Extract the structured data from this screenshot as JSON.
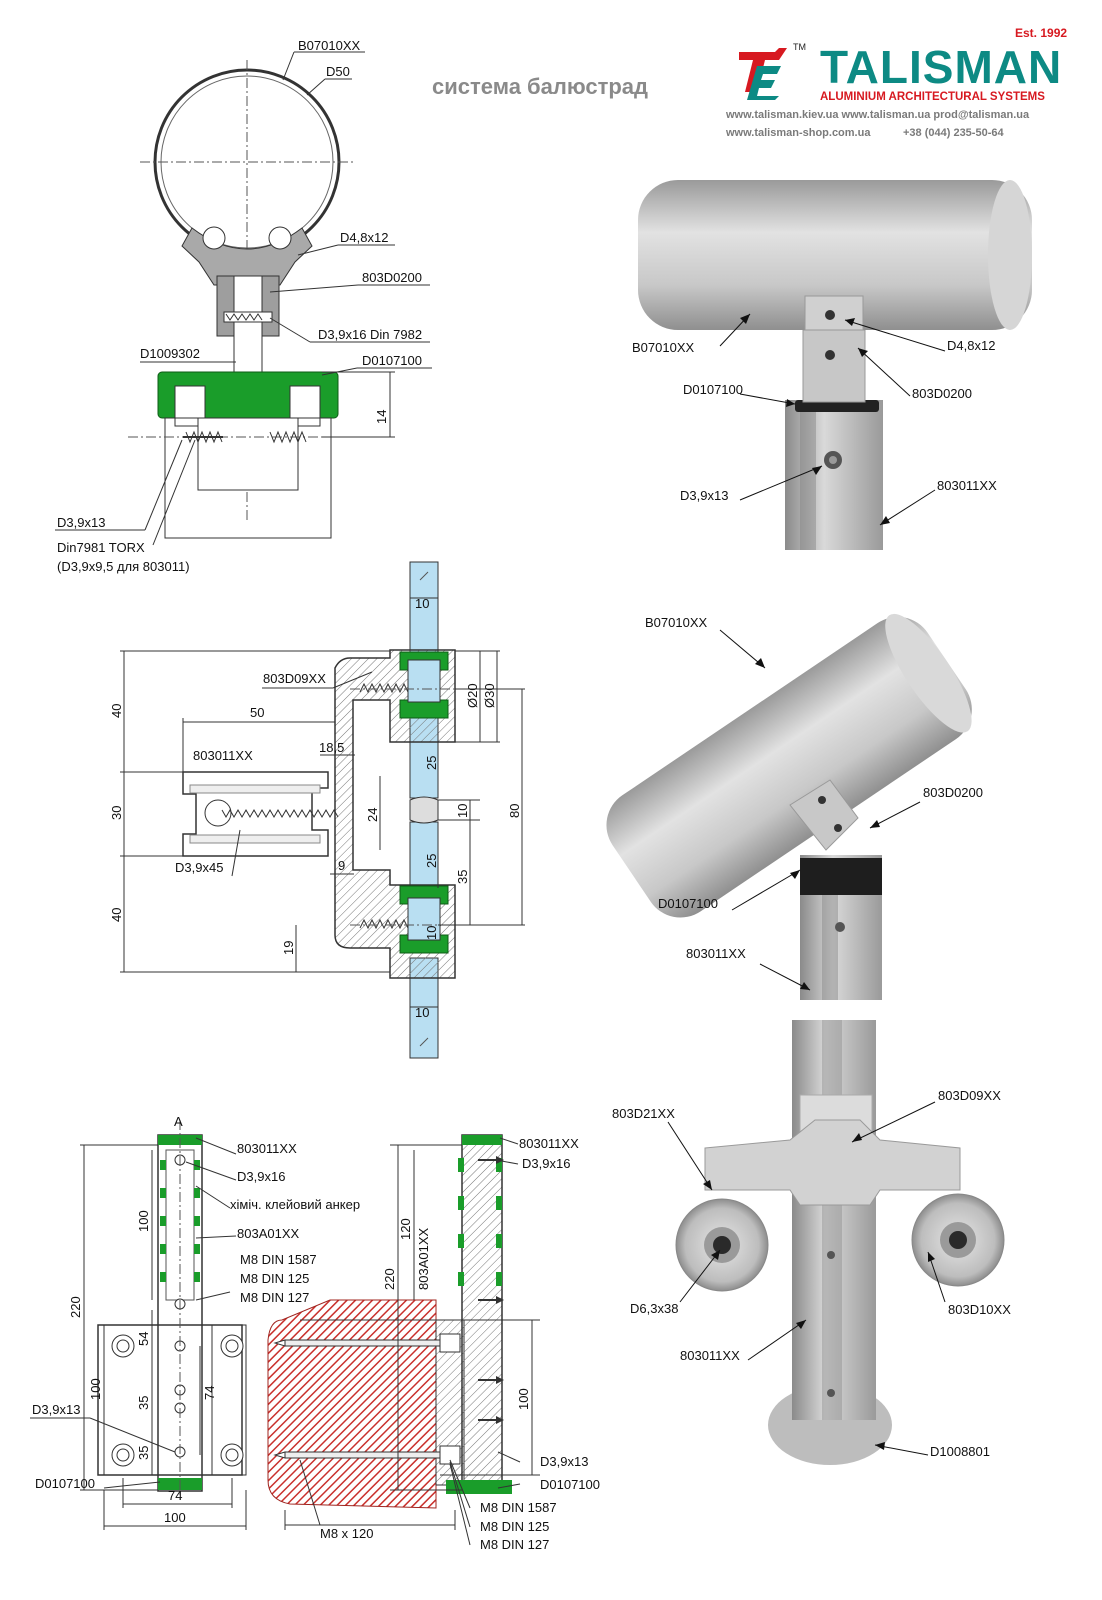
{
  "header": {
    "title": "система балюстрад",
    "brand": "TALISMAN",
    "established": "Est. 1992",
    "subtitle": "ALUMINIUM ARCHITECTURAL SYSTEMS",
    "web_line1": "www.talisman.kiev.ua www.talisman.ua prod@talisman.ua",
    "web_line2": "www.talisman-shop.com.ua",
    "phone": "+38 (044) 235-50-64",
    "tm": "TM"
  },
  "colors": {
    "green": "#1a9d2a",
    "glass": "#b9dff2",
    "hatch_red": "#c9302c",
    "teal": "#0d8a84",
    "red": "#d71920"
  },
  "drawing1": {
    "labels": [
      "B07010XX",
      "D50",
      "D4,8x12",
      "803D0200",
      "D3,9x16 Din 7982",
      "D1009302",
      "D0107100",
      "14",
      "D3,9x13",
      "Din7981 TORX",
      "(D3,9x9,5 для 803011)"
    ]
  },
  "drawing2": {
    "labels": [
      "803D09XX",
      "50",
      "803011XX",
      "18,5",
      "24",
      "9",
      "D3,9x45",
      "40",
      "30",
      "40",
      "19",
      "10",
      "10",
      "Ø20",
      "Ø30",
      "25",
      "10",
      "25",
      "35",
      "80",
      "10"
    ]
  },
  "drawing3": {
    "labels": [
      "A",
      "803011XX",
      "D3,9x16",
      "хіміч. клейовий анкер",
      "803A01XX",
      "M8 DIN 1587",
      "M8 DIN 125",
      "M8 DIN 127",
      "100",
      "220",
      "54",
      "35",
      "35",
      "100",
      "74",
      "D3,9x13",
      "D0107100",
      "74",
      "100"
    ]
  },
  "drawing4": {
    "labels": [
      "803011XX",
      "D3,9x16",
      "120",
      "803A01XX",
      "220",
      "100",
      "D3,9x13",
      "D0107100",
      "M8 x 120",
      "M8 DIN 1587",
      "M8 DIN 125",
      "M8 DIN 127"
    ]
  },
  "photo1": {
    "labels": [
      "B07010XX",
      "D4,8x12",
      "803D0200",
      "D0107100",
      "D3,9x13",
      "803011XX"
    ]
  },
  "photo2": {
    "labels": [
      "B07010XX",
      "803D0200",
      "D0107100",
      "803011XX"
    ]
  },
  "photo3": {
    "labels": [
      "803D21XX",
      "803D09XX",
      "D6,3x38",
      "803D10XX",
      "803011XX",
      "D1008801"
    ]
  }
}
